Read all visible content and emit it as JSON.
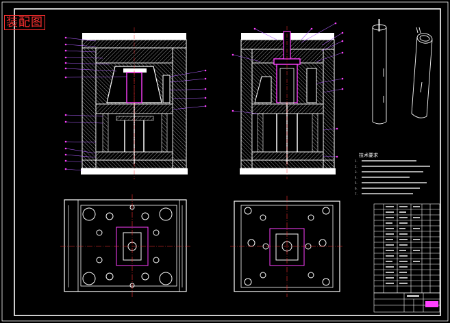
{
  "title": "装配图",
  "tech_requirements": {
    "heading": "技术要求",
    "lines": [
      "1.",
      "2.",
      "3.",
      "4.",
      "5.",
      "6.",
      "7."
    ]
  },
  "colors": {
    "background": "#000000",
    "lines": "#ffffff",
    "hatch": "#c8c8c8",
    "accent": "#ff3030",
    "part": "#ff40ff",
    "leader": "#b060ff",
    "centerline": "#ff3030"
  }
}
